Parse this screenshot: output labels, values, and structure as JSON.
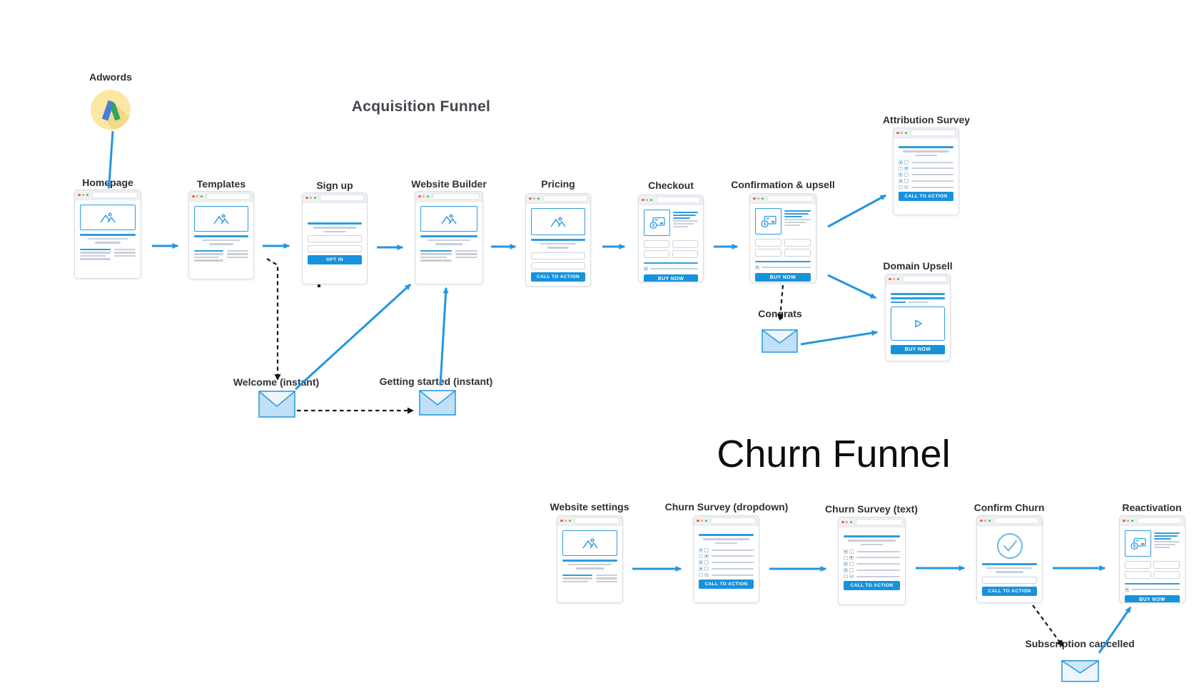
{
  "titles": {
    "acquisition": "Acquisition Funnel",
    "churn": "Churn Funnel"
  },
  "adwords": {
    "label": "Adwords"
  },
  "nodes": [
    {
      "id": "homepage",
      "label": "Homepage",
      "type": "landing"
    },
    {
      "id": "templates",
      "label": "Templates",
      "type": "landing"
    },
    {
      "id": "signup",
      "label": "Sign up",
      "type": "optin",
      "button": "OPT IN"
    },
    {
      "id": "website-builder",
      "label": "Website Builder",
      "type": "landing"
    },
    {
      "id": "pricing",
      "label": "Pricing",
      "type": "cta-landing",
      "button": "CALL TO ACTION"
    },
    {
      "id": "checkout",
      "label": "Checkout",
      "type": "checkout",
      "button": "BUY NOW"
    },
    {
      "id": "confirmation-upsell",
      "label": "Confirmation & upsell",
      "type": "checkout",
      "button": "BUY NOW"
    },
    {
      "id": "attribution-survey",
      "label": "Attribution Survey",
      "type": "survey",
      "button": "CALL TO ACTION"
    },
    {
      "id": "domain-upsell",
      "label": "Domain Upsell",
      "type": "video",
      "button": "BUY NOW"
    },
    {
      "id": "website-settings",
      "label": "Website settings",
      "type": "landing"
    },
    {
      "id": "churn-survey-dropdown",
      "label": "Churn Survey (dropdown)",
      "type": "survey",
      "button": "CALL TO ACTION"
    },
    {
      "id": "churn-survey-text",
      "label": "Churn Survey (text)",
      "type": "survey",
      "button": "CALL TO ACTION"
    },
    {
      "id": "confirm-churn",
      "label": "Confirm Churn",
      "type": "confirm",
      "button": "CALL TO ACTION"
    },
    {
      "id": "reactivation",
      "label": "Reactivation",
      "type": "checkout",
      "button": "BUY NOW"
    }
  ],
  "emails": [
    {
      "id": "welcome",
      "label": "Welcome (instant)"
    },
    {
      "id": "getting-started",
      "label": "Getting started (instant)"
    },
    {
      "id": "congrats",
      "label": "Congrats"
    },
    {
      "id": "sub-cancelled",
      "label": "Subscription cancelled"
    }
  ],
  "edges": [
    {
      "from": "adwords",
      "to": "homepage",
      "style": "solid"
    },
    {
      "from": "homepage",
      "to": "templates",
      "style": "solid"
    },
    {
      "from": "templates",
      "to": "signup",
      "style": "solid"
    },
    {
      "from": "signup",
      "to": "website-builder",
      "style": "solid"
    },
    {
      "from": "website-builder",
      "to": "pricing",
      "style": "solid"
    },
    {
      "from": "pricing",
      "to": "checkout",
      "style": "solid"
    },
    {
      "from": "checkout",
      "to": "confirmation-upsell",
      "style": "solid"
    },
    {
      "from": "confirmation-upsell",
      "to": "attribution-survey",
      "style": "solid"
    },
    {
      "from": "confirmation-upsell",
      "to": "domain-upsell",
      "style": "solid"
    },
    {
      "from": "confirmation-upsell",
      "to": "congrats",
      "style": "dashed"
    },
    {
      "from": "congrats",
      "to": "domain-upsell",
      "style": "solid"
    },
    {
      "from": "signup",
      "to": "welcome",
      "style": "dashed"
    },
    {
      "from": "welcome",
      "to": "getting-started",
      "style": "dashed"
    },
    {
      "from": "welcome",
      "to": "website-builder",
      "style": "solid"
    },
    {
      "from": "getting-started",
      "to": "website-builder",
      "style": "solid"
    },
    {
      "from": "website-settings",
      "to": "churn-survey-dropdown",
      "style": "solid"
    },
    {
      "from": "churn-survey-dropdown",
      "to": "churn-survey-text",
      "style": "solid"
    },
    {
      "from": "churn-survey-text",
      "to": "confirm-churn",
      "style": "solid"
    },
    {
      "from": "confirm-churn",
      "to": "reactivation",
      "style": "solid"
    },
    {
      "from": "confirm-churn",
      "to": "sub-cancelled",
      "style": "dashed"
    },
    {
      "from": "sub-cancelled",
      "to": "reactivation",
      "style": "solid"
    }
  ],
  "icons": {
    "google-adwords-icon": "Google AdWords logo in yellow circle",
    "image-placeholder-icon": "mountains and sun photo placeholder",
    "credit-card-icon": "payment card with dollar coin",
    "checkmark-circle-icon": "confirmation check in circle",
    "play-icon": "video play triangle",
    "envelope-icon": "email envelope",
    "traffic-light-dots": "browser window dots"
  },
  "colors": {
    "accent_blue": "#2e9ce1",
    "button_blue": "#1792dc",
    "wire_gray": "#c9cfd9",
    "dot_red": "#f45a52",
    "dot_yellow": "#f5a93b",
    "dot_green": "#3ec544",
    "adwords_circle": "#fae8a3",
    "adwords_blue": "#4a7de0",
    "adwords_green": "#31a45f",
    "email_fill": "#bfe0f7"
  }
}
